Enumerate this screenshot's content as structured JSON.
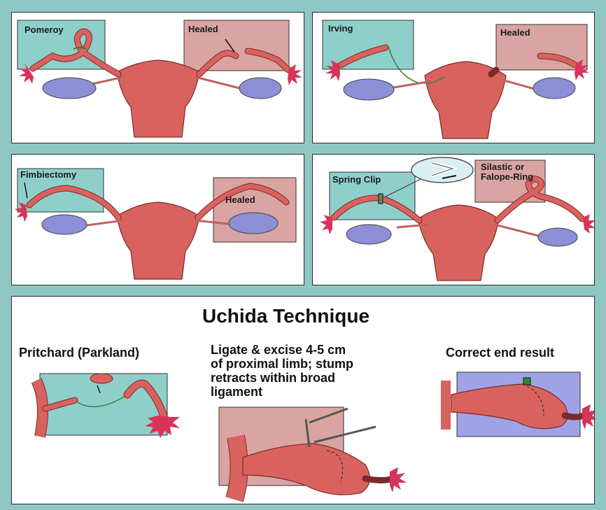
{
  "panels": {
    "pomeroy": {
      "label": "Pomeroy",
      "healed": "Healed"
    },
    "irving": {
      "label": "Irving",
      "healed": "Healed"
    },
    "fimbriectomy": {
      "label": "Fimbiectomy",
      "healed": "Healed"
    },
    "clip_ring": {
      "clip_label": "Spring Clip",
      "ring_label_line1": "Silastic or",
      "ring_label_line2": "Falope-Ring"
    }
  },
  "uchida": {
    "title": "Uchida Technique",
    "pritchard": "Pritchard (Parkland)",
    "ligate_lines": [
      "Ligate & excise 4-5 cm",
      "of proximal limb; stump",
      "retracts within broad",
      "ligament"
    ],
    "result": "Correct end result"
  },
  "colors": {
    "background": "#8fc7c3",
    "uterus": "#d9625f",
    "ovary": "#8c8fd6",
    "teal_box": "#8fcfca",
    "pink_box": "#d9a4a2",
    "purple_box": "#9fa3e6",
    "fimbriae": "#d8335a"
  }
}
